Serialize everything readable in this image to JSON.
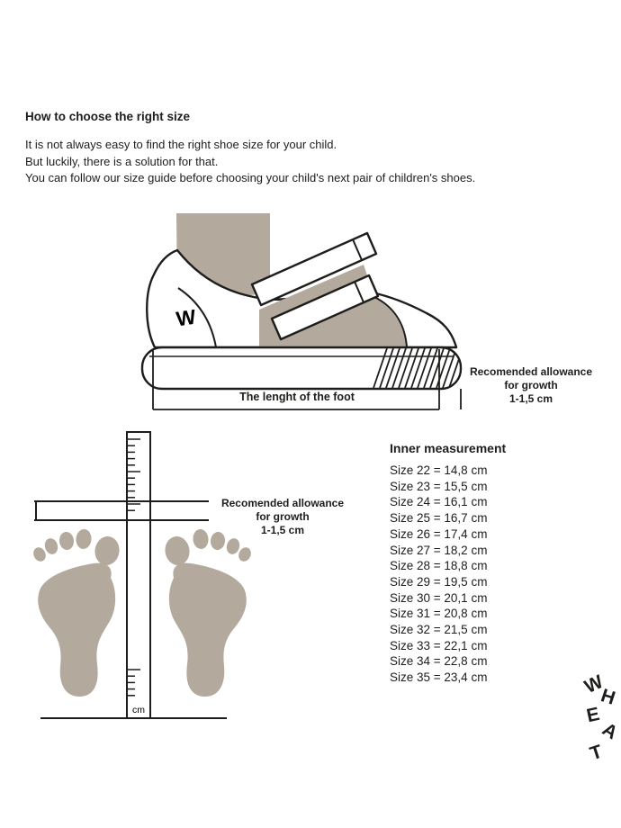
{
  "colors": {
    "ink": "#1d1d1b",
    "beige": "#b3a99c",
    "background": "#ffffff"
  },
  "header": {
    "title": "How to choose the right size",
    "intro_lines": [
      "It is not always easy to find the right shoe size for your child.",
      "But luckily, there is a solution for that.",
      "You can follow our size guide before choosing your child's next pair of children's shoes."
    ]
  },
  "shoe_diagram": {
    "foot_length_label": "The lenght of the foot",
    "growth_allowance_lines": [
      "Recomended allowance",
      "for growth",
      "1-1,5 cm"
    ],
    "shoe_logo_letter": "W"
  },
  "feet_diagram": {
    "growth_allowance_lines": [
      "Recomended allowance",
      "for growth",
      "1-1,5 cm"
    ],
    "ruler_unit": "cm"
  },
  "size_table": {
    "heading": "Inner measurement",
    "rows": [
      {
        "size": "Size 22",
        "value": "14,8 cm"
      },
      {
        "size": "Size 23",
        "value": "15,5 cm"
      },
      {
        "size": "Size 24",
        "value": "16,1 cm"
      },
      {
        "size": "Size 25",
        "value": "16,7 cm"
      },
      {
        "size": "Size 26",
        "value": "17,4 cm"
      },
      {
        "size": "Size 27",
        "value": "18,2 cm"
      },
      {
        "size": "Size 28",
        "value": "18,8 cm"
      },
      {
        "size": "Size 29",
        "value": "19,5 cm"
      },
      {
        "size": "Size 30",
        "value": "20,1 cm"
      },
      {
        "size": "Size 31",
        "value": "20,8 cm"
      },
      {
        "size": "Size 32",
        "value": "21,5 cm"
      },
      {
        "size": "Size 33",
        "value": "22,1 cm"
      },
      {
        "size": "Size 34",
        "value": "22,8 cm"
      },
      {
        "size": "Size 35",
        "value": "23,4 cm"
      }
    ]
  },
  "brand": {
    "letters": [
      "W",
      "H",
      "E",
      "A",
      "T"
    ]
  }
}
